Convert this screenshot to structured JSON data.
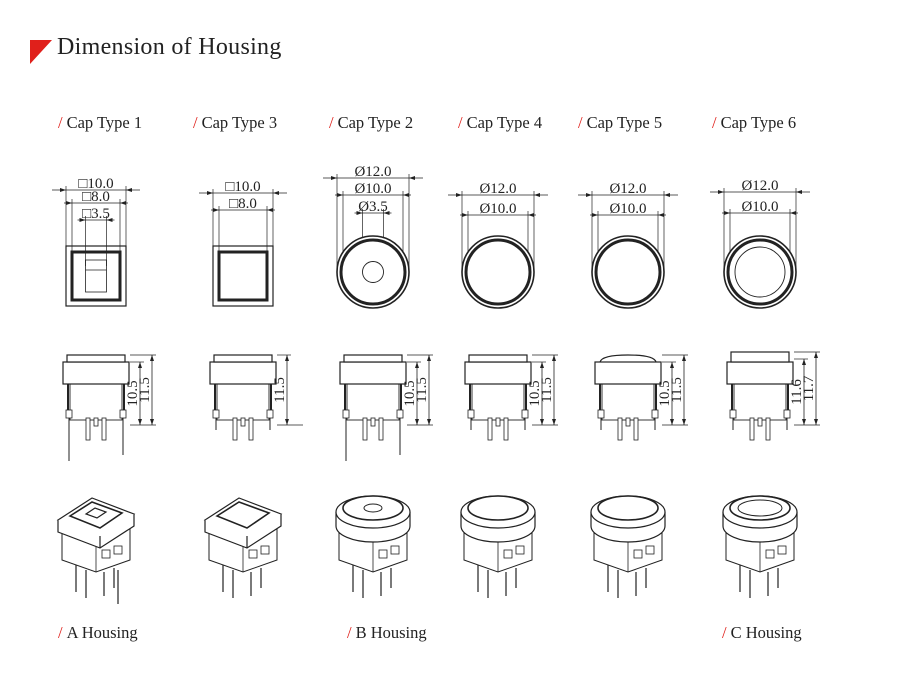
{
  "title": "Dimension of Housing",
  "colors": {
    "accent": "#e0201b",
    "line": "#222222"
  },
  "slash": "/",
  "caps": [
    {
      "label": "Cap Type 1",
      "top_dims": [
        "□10.0",
        "□8.0",
        "□3.5"
      ],
      "side_dims": [
        "10.5",
        "11.5"
      ]
    },
    {
      "label": "Cap Type 3",
      "top_dims": [
        "□10.0",
        "□8.0"
      ],
      "side_dims": [
        "11.5"
      ]
    },
    {
      "label": "Cap Type 2",
      "top_dims": [
        "Ø12.0",
        "Ø10.0",
        "Ø3.5"
      ],
      "side_dims": [
        "10.5",
        "11.5"
      ]
    },
    {
      "label": "Cap Type 4",
      "top_dims": [
        "Ø12.0",
        "Ø10.0"
      ],
      "side_dims": [
        "10.5",
        "11.5"
      ]
    },
    {
      "label": "Cap Type 5",
      "top_dims": [
        "Ø12.0",
        "Ø10.0"
      ],
      "side_dims": [
        "10.5",
        "11.5"
      ]
    },
    {
      "label": "Cap Type 6",
      "top_dims": [
        "Ø12.0",
        "Ø10.0"
      ],
      "side_dims": [
        "11.6",
        "11.7"
      ]
    }
  ],
  "housings": [
    {
      "label": "A Housing"
    },
    {
      "label": "B Housing"
    },
    {
      "label": "C Housing"
    }
  ]
}
